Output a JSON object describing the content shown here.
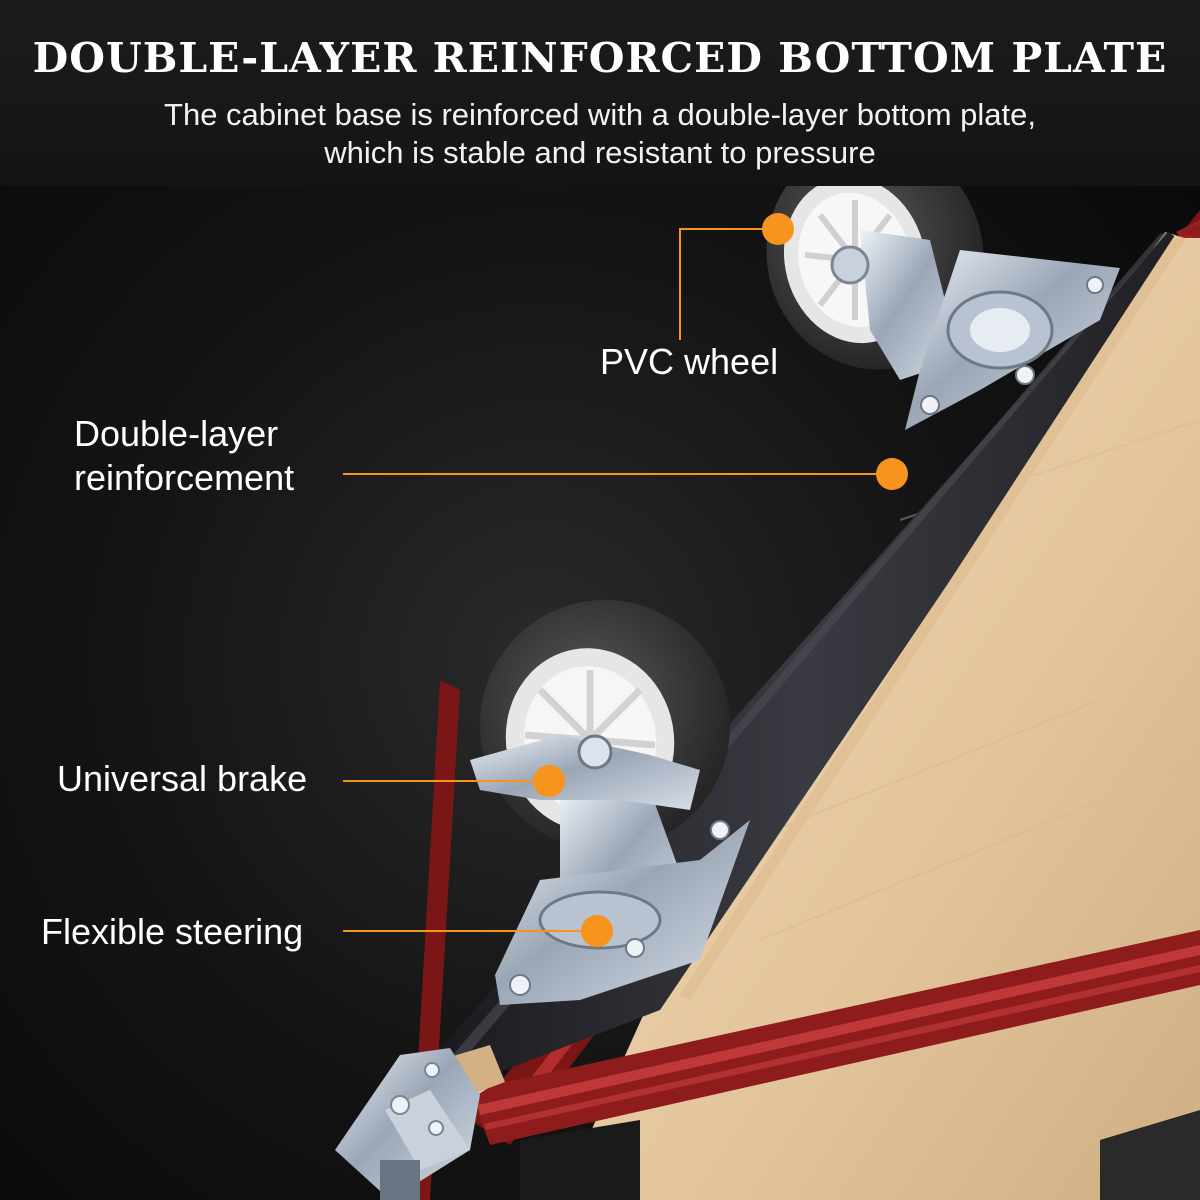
{
  "header": {
    "title": "DOUBLE-LAYER REINFORCED BOTTOM PLATE",
    "subtitle_line1": "The cabinet base is reinforced with a double-layer bottom plate,",
    "subtitle_line2": "which is stable and resistant to pressure"
  },
  "callouts": {
    "pvc_wheel": "PVC wheel",
    "double_layer_line1": "Double-layer",
    "double_layer_line2": "reinforcement",
    "universal_brake": "Universal brake",
    "flexible_steering": "Flexible steering"
  },
  "colors": {
    "accent_orange": "#f7941d",
    "frame_red": "#8e1c1c",
    "plywood": "#e5c9a3",
    "background": "#0a0a0a"
  }
}
